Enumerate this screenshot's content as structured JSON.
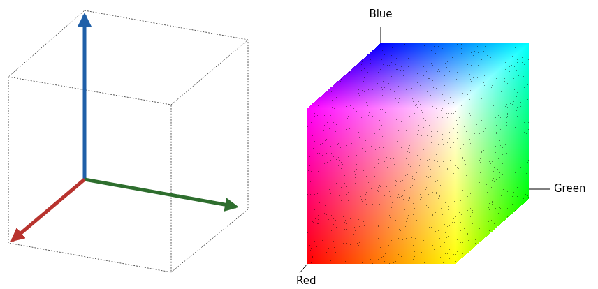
{
  "diagram": {
    "labels": [
      "Blue",
      "Green",
      "Red"
    ]
  }
}
